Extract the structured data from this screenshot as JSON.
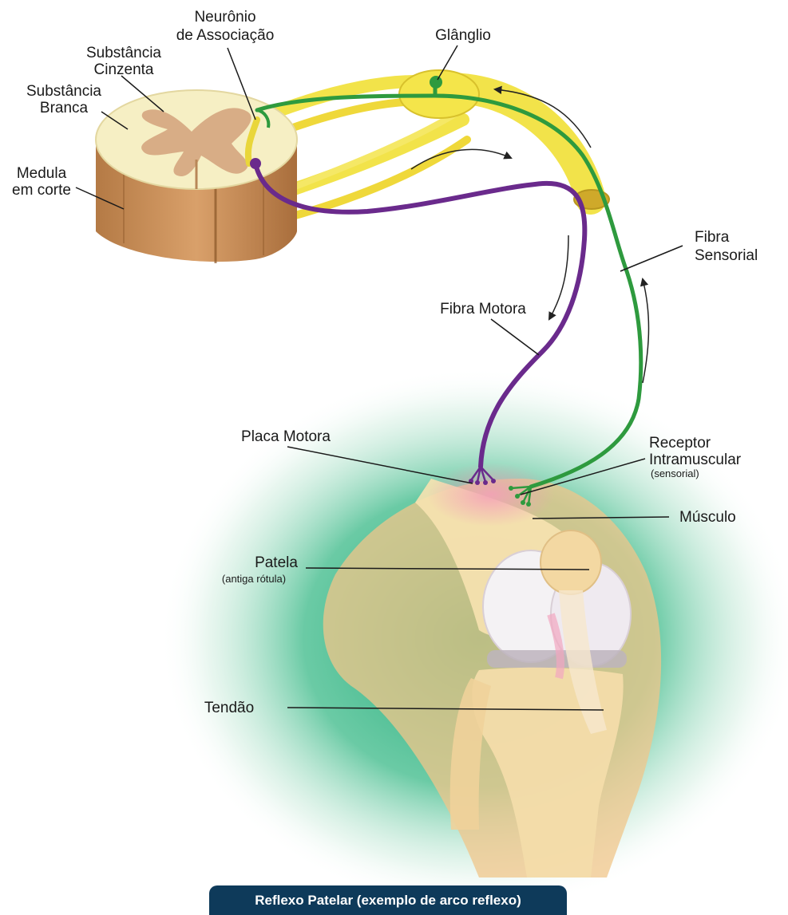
{
  "labels": {
    "neuronio": "Neurônio",
    "associacao": "de Associação",
    "substancia_cinzenta_1": "Substância",
    "substancia_cinzenta_2": "Cinzenta",
    "substancia_branca_1": "Substância",
    "substancia_branca_2": "Branca",
    "medula_1": "Medula",
    "medula_2": "em corte",
    "ganglio": "Glânglio",
    "fibra_sensorial_1": "Fibra",
    "fibra_sensorial_2": "Sensorial",
    "fibra_motora": "Fibra Motora",
    "placa_motora": "Placa Motora",
    "receptor_1": "Receptor",
    "receptor_2": "Intramuscular",
    "receptor_3": "(sensorial)",
    "musculo": "Músculo",
    "patela": "Patela",
    "patela_sub": "(antiga rótula)",
    "tendao": "Tendão"
  },
  "caption": "Reflexo Patelar (exemplo de arco reflexo)",
  "colors": {
    "motor_fiber": "#6a2a8c",
    "sensory_fiber": "#2e9a3e",
    "nerve": "#f2e34a",
    "white_matter": "#f6efc4",
    "gray_matter": "#d8ad86",
    "cord_side": "#c98f5b",
    "glow": "#1fae7a",
    "caption_bg": "#0e3a5a"
  }
}
